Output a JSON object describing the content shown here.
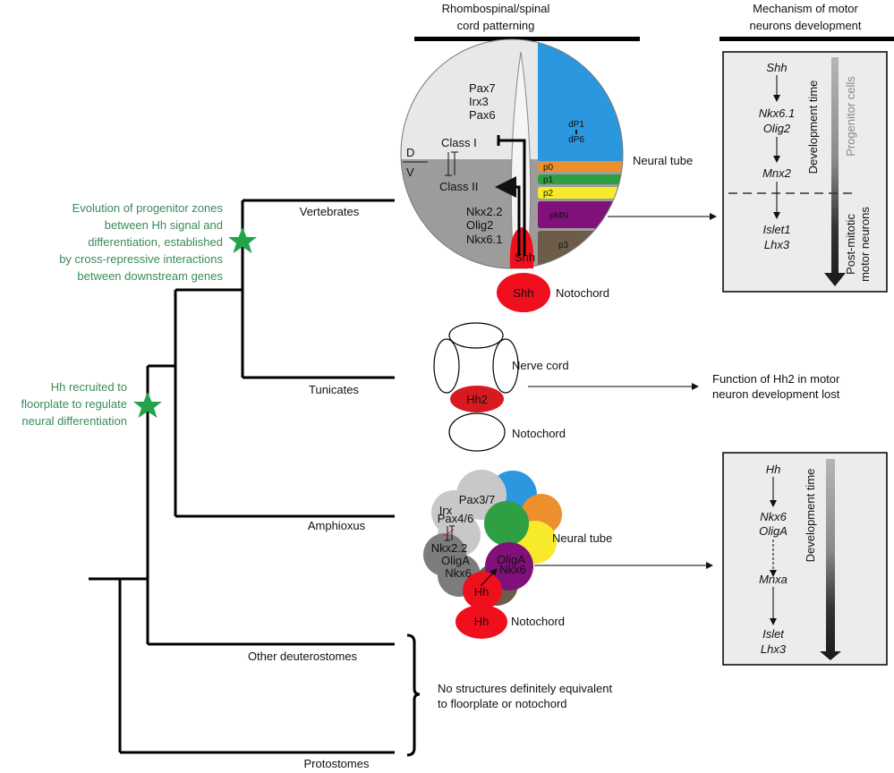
{
  "headers": {
    "col1": [
      "Rhombospinal/spinal",
      "cord patterning"
    ],
    "col2": [
      "Mechanism of motor",
      "neurons development"
    ]
  },
  "tree": {
    "taxa": [
      "Vertebrates",
      "Tunicates",
      "Amphioxus",
      "Other deuterostomes",
      "Protostomes"
    ],
    "events": [
      {
        "id": "progenitor-zones",
        "icon": "star-icon",
        "color": "#22a34a",
        "text": [
          "Evolution of progenitor zones",
          "between Hh signal and",
          "differentiation, established",
          "by cross-repressive interactions",
          "between downstream genes"
        ]
      },
      {
        "id": "hh-recruited",
        "icon": "star-icon",
        "color": "#22a34a",
        "text": [
          "Hh recruited to",
          "floorplate to regulate",
          "neural differentiation"
        ]
      }
    ],
    "bracket_note": [
      "No structures definitely equivalent",
      "to floorplate or notochord"
    ]
  },
  "vertebrate": {
    "dorsal_genes": [
      "Pax7",
      "Irx3",
      "Pax6"
    ],
    "class1": "Class I",
    "class2": "Class II",
    "dv": [
      "D",
      "V"
    ],
    "ventral_genes": [
      "Nkx2.2",
      "Olig2",
      "Nkx6.1"
    ],
    "floorplate": "Shh",
    "notochord_signal": "Shh",
    "notochord_label": "Notochord",
    "neural_tube_label": "Neural tube",
    "domains": [
      {
        "label": "dP1",
        "color": "#2b97df"
      },
      {
        "label": "dP6",
        "color": "#2b97df"
      },
      {
        "label": "p0",
        "color": "#ec8f2c"
      },
      {
        "label": "p1",
        "color": "#2ea043"
      },
      {
        "label": "p2",
        "color": "#f6ea2b"
      },
      {
        "label": "pMN",
        "color": "#80117a"
      },
      {
        "label": "p3",
        "color": "#6e5c4b"
      }
    ],
    "mechanism": {
      "genes": [
        "Shh",
        "Nkx6.1",
        "Olig2",
        "Mnx2",
        "Islet1",
        "Lhx3"
      ],
      "axis": "Development time",
      "stage_top": "Progenitor cells",
      "stage_bottom": [
        "Post-mitotic",
        "motor neurons"
      ]
    }
  },
  "tunicate": {
    "signal": "Hh2",
    "nerve_cord_label": "Nerve cord",
    "notochord_label": "Notochord",
    "outcome": [
      "Function of Hh2 in motor",
      "neuron development lost"
    ]
  },
  "amphioxus": {
    "dorsal_genes": [
      "Pax3/7",
      "Irx",
      "Pax4/6"
    ],
    "ventral_genes": [
      "Nkx2.2",
      "OligA",
      "Nkx6"
    ],
    "mn_genes": [
      "OligA",
      "Nkx6"
    ],
    "floorplate": "Hh",
    "notochord_signal": "Hh",
    "notochord_label": "Notochord",
    "neural_tube_label": "Neural tube",
    "mechanism": {
      "genes": [
        "Hh",
        "Nkx6",
        "OligA",
        "Mnxa",
        "Islet",
        "Lhx3"
      ],
      "axis": "Development time"
    }
  },
  "colors": {
    "red": "#f00f1c",
    "star": "#22a34a",
    "green_text": "#3a8a5a",
    "panel_bg": "#ececec"
  }
}
